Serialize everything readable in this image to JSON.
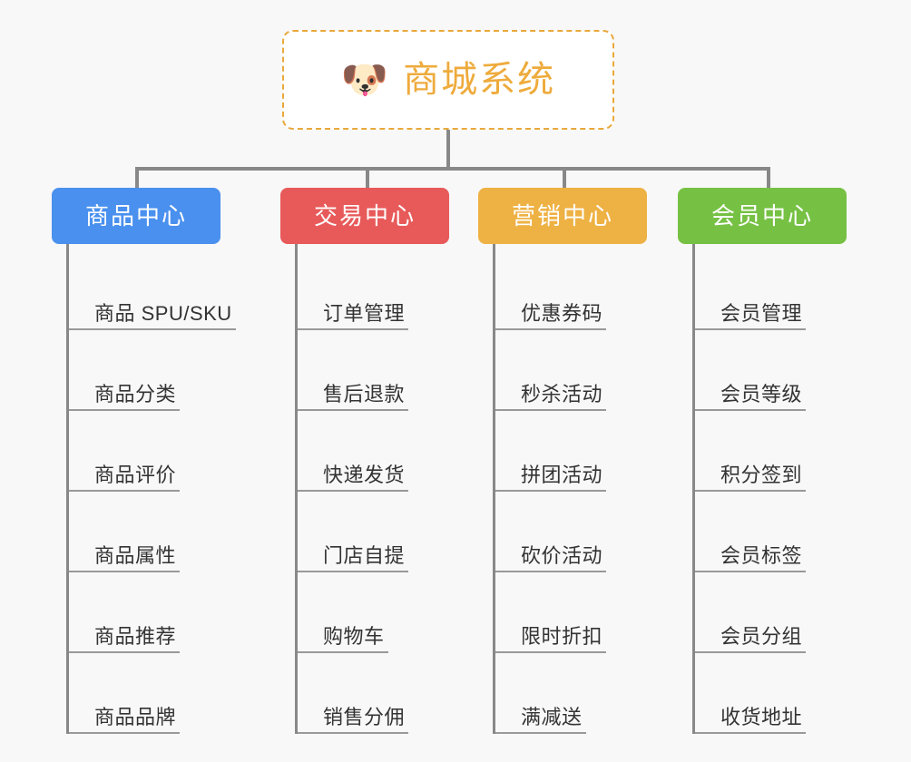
{
  "page": {
    "background_color": "#f8f8f8",
    "title": "商城系统",
    "type": "mindmap"
  },
  "root": {
    "label": "商城系统",
    "icon": "dog-face-emoji",
    "icon_glyph": "🐶",
    "text_color": "#eeab3c",
    "border_color": "#e9a83c",
    "background_color": "#ffffff"
  },
  "connector": {
    "color": "#888888"
  },
  "branches": [
    {
      "id": "product-center",
      "label": "商品中心",
      "color": "#4a90ee",
      "items": [
        {
          "label": "商品 SPU/SKU"
        },
        {
          "label": "商品分类"
        },
        {
          "label": "商品评价"
        },
        {
          "label": "商品属性"
        },
        {
          "label": "商品推荐"
        },
        {
          "label": "商品品牌"
        }
      ]
    },
    {
      "id": "trade-center",
      "label": "交易中心",
      "color": "#e85a5a",
      "items": [
        {
          "label": "订单管理"
        },
        {
          "label": "售后退款"
        },
        {
          "label": "快递发货"
        },
        {
          "label": "门店自提"
        },
        {
          "label": "购物车"
        },
        {
          "label": "销售分佣"
        }
      ]
    },
    {
      "id": "marketing-center",
      "label": "营销中心",
      "color": "#eeb143",
      "items": [
        {
          "label": "优惠券码"
        },
        {
          "label": "秒杀活动"
        },
        {
          "label": "拼团活动"
        },
        {
          "label": "砍价活动"
        },
        {
          "label": "限时折扣"
        },
        {
          "label": "满减送"
        }
      ]
    },
    {
      "id": "member-center",
      "label": "会员中心",
      "color": "#76c144",
      "items": [
        {
          "label": "会员管理"
        },
        {
          "label": "会员等级"
        },
        {
          "label": "积分签到"
        },
        {
          "label": "会员标签"
        },
        {
          "label": "会员分组"
        },
        {
          "label": "收货地址"
        }
      ]
    }
  ]
}
